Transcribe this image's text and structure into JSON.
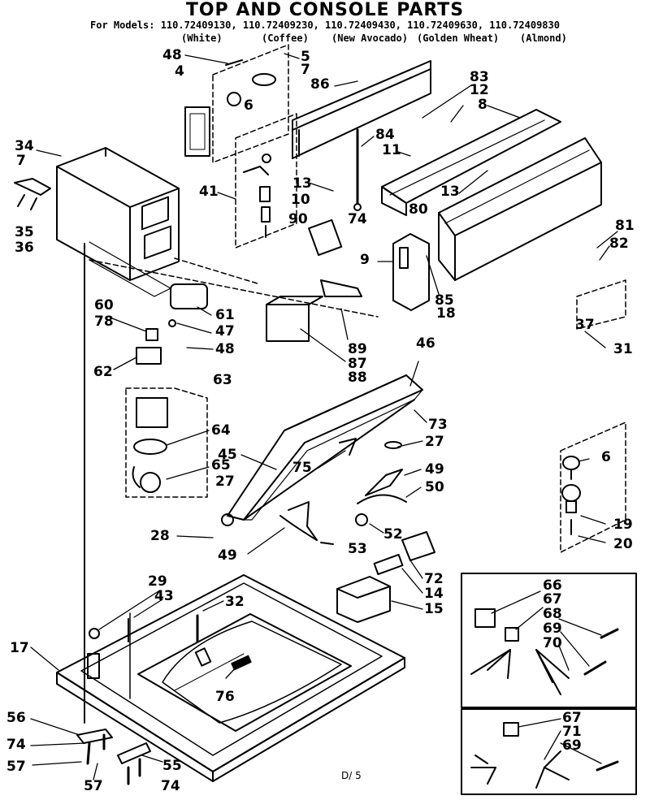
{
  "title": "TOP AND CONSOLE PARTS",
  "models": "For Models: 110.72409130, 110.72409230, 110.72409430, 110.72409630, 110.72409830",
  "colors": [
    "(White)",
    "(Coffee)",
    "(New Avocado)",
    "(Golden Wheat)",
    "(Almond)"
  ],
  "page_number": "D/ 5",
  "labels": [
    "48",
    "4",
    "5",
    "7",
    "86",
    "83",
    "12",
    "8",
    "34",
    "7",
    "6",
    "84",
    "11",
    "41",
    "13",
    "10",
    "74",
    "13",
    "90",
    "80",
    "81",
    "82",
    "9",
    "85",
    "18",
    "35",
    "36",
    "60",
    "78",
    "61",
    "47",
    "48",
    "62",
    "89",
    "87",
    "88",
    "37",
    "31",
    "46",
    "63",
    "73",
    "27",
    "64",
    "45",
    "75",
    "65",
    "6",
    "49",
    "50",
    "27",
    "19",
    "28",
    "52",
    "20",
    "53",
    "49",
    "72",
    "14",
    "15",
    "66",
    "67",
    "68",
    "69",
    "70",
    "29",
    "43",
    "32",
    "17",
    "76",
    "56",
    "74",
    "55",
    "57",
    "57",
    "74",
    "67",
    "71",
    "69"
  ]
}
